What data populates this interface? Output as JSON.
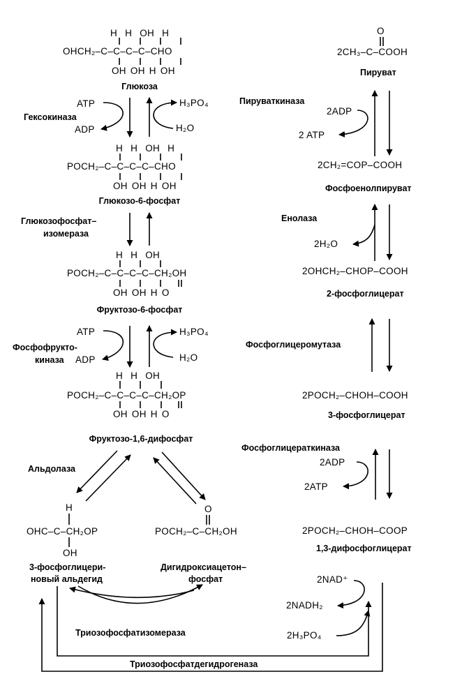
{
  "glycolysis": {
    "glucose": {
      "top_row": "H  H  OH H",
      "formula": "OHCH₂–C–C–C–C–CHO",
      "bottom_row": "OH OH H  OH",
      "name": "Глюкоза"
    },
    "hexokinase": {
      "enzyme": "Гексокиназа",
      "atp": "ATP",
      "adp": "ADP",
      "h3po4": "H₃PO₄",
      "h2o": "H₂O"
    },
    "glucose_6_phosphate": {
      "top_row": "H  H  OH H",
      "formula": "POCH₂–C–C–C–C–CHO",
      "bottom_row": "OH OH H  OH",
      "name": "Глюкозо-6-фосфат"
    },
    "isomerase": {
      "enzyme_line1": "Глюкозофосфат–",
      "enzyme_line2": "изомераза"
    },
    "fructose_6_phosphate": {
      "top_row": "H  H  OH",
      "formula": "POCH₂–C–C–C–C–CH₂OH",
      "bottom_row": "OH OH H  O",
      "name": "Фруктозо-6-фосфат"
    },
    "phosphofructokinase": {
      "enzyme_line1": "Фосфофрукто-",
      "enzyme_line2": "киназа",
      "atp": "ATP",
      "adp": "ADP",
      "h3po4": "H₃PO₄",
      "h2o": "H₂O"
    },
    "fructose_1_6_diphosphate": {
      "top_row": "H  H  OH",
      "formula": "POCH₂–C–C–C–C–CH₂OP",
      "bottom_row": "OH OH H  O",
      "name": "Фруктозо-1,6-дифосфат"
    },
    "aldolase": "Альдолаза",
    "g3p": {
      "top_row": "H",
      "formula": "OHC–C–CH₂OP",
      "bottom_row": "OH",
      "name_line1": "3-фосфоглицери-",
      "name_line2": "новый альдегид"
    },
    "dhap": {
      "top_row": "O",
      "formula": "POCH₂–C–CH₂OH",
      "name_line1": "Дигидроксиацетон–",
      "name_line2": "фосфат"
    },
    "triose_isomerase": "Триозофосфатизомераза",
    "triose_dehydrogenase": "Триозофосфатдегидрогеназа"
  },
  "right_column": {
    "pyruvate": {
      "top_row": "O",
      "formula": "2CH₃–C–COOH",
      "name": "Пируват"
    },
    "pyruvate_kinase": {
      "enzyme": "Пируваткиназа",
      "adp": "2ADP",
      "atp": "2 ATP"
    },
    "pep": {
      "formula": "2CH₂=COP–COOH",
      "name": "Фосфоенолпируват"
    },
    "enolase": {
      "enzyme": "Енолаза",
      "h2o": "2H₂O"
    },
    "pg2": {
      "formula": "2OHCH₂–CHOP–COOH",
      "name": "2-фосфоглицерат"
    },
    "mutase": "Фосфоглицеромутаза",
    "pg3": {
      "formula": "2POCH₂–CHOH–COOH",
      "name": "3-фосфоглицерат"
    },
    "pg_kinase": {
      "enzyme": "Фосфоглицераткиназа",
      "adp": "2ADP",
      "atp": "2ATP"
    },
    "bpg": {
      "formula": "2POCH₂–CHOH–COOP",
      "name": "1,3-дифосфоглицерат"
    },
    "dehydrogenase_cofactors": {
      "nad": "2NAD⁺",
      "nadh": "2NADH₂",
      "h3po4": "2H₃PO₄"
    }
  }
}
